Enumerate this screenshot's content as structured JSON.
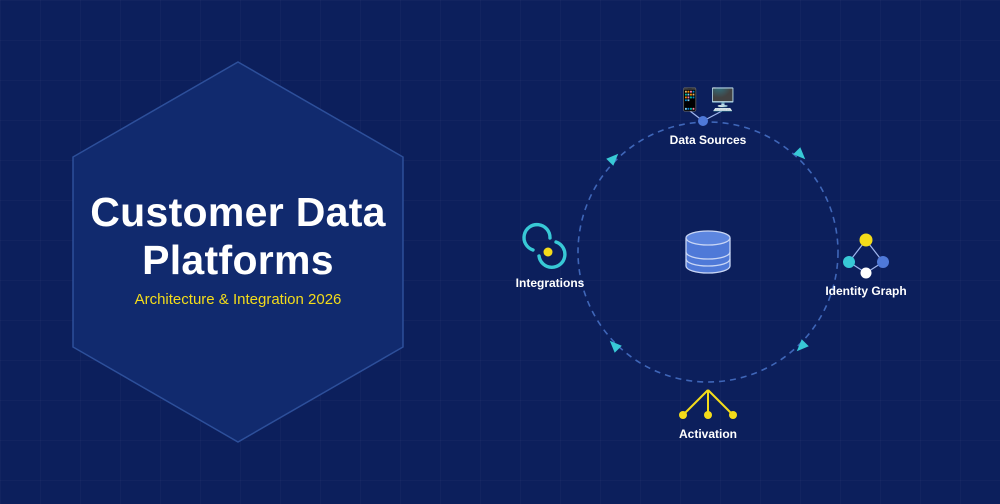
{
  "title": {
    "line1": "Customer Data",
    "line2": "Platforms"
  },
  "subtitle": "Architecture & Integration 2026",
  "colors": {
    "background": "#0c1f5c",
    "hexagon_fill": "#112a6e",
    "hexagon_stroke": "#2d4f9a",
    "accent_yellow": "#f4dc1a",
    "accent_cyan": "#38c9d6",
    "node_blue": "#4f79d8",
    "ring_dash": "#3f66b8"
  },
  "diagram": {
    "center_icon": "database-icon",
    "nodes": [
      {
        "label": "Data Sources",
        "icons": [
          "mobile-phone-icon",
          "monitor-icon"
        ]
      },
      {
        "label": "Identity Graph",
        "icon": "graph-network-icon"
      },
      {
        "label": "Activation",
        "icon": "broadcast-tree-icon"
      },
      {
        "label": "Integrations",
        "icon": "sync-loop-icon"
      }
    ],
    "flow_direction": "clockwise"
  }
}
